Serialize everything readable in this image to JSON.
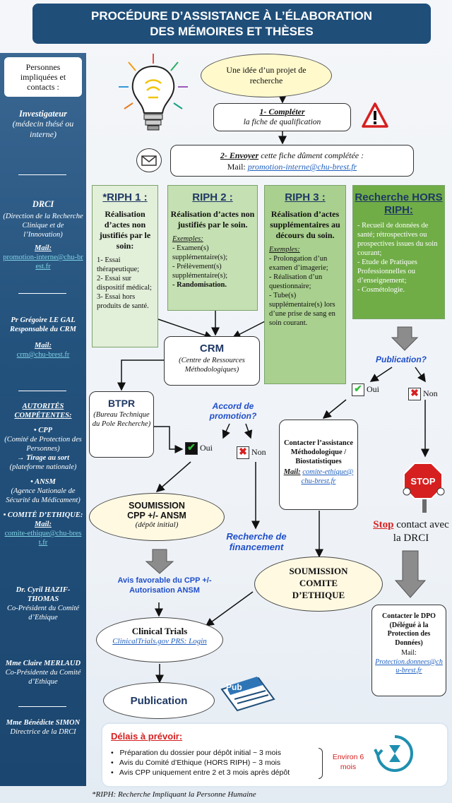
{
  "title": {
    "line1": "PROCÉDURE D’ASSISTANCE À L’ÉLABORATION",
    "line2": "DES MÉMOIRES ET THÈSES"
  },
  "sidebar": {
    "header": "Personnes impliquées et contacts :",
    "investigateur": {
      "title": "Investigateur",
      "sub": "(médecin thésé ou interne)"
    },
    "drci": {
      "title": "DRCI",
      "desc": "(Direction de la Recherche Clinique et de l’Innovation)",
      "mail_label": "Mail:",
      "mail": "promotion-interne@chu-brest.fr"
    },
    "gal": {
      "name": "Pr Grégoire LE GAL",
      "role": "Responsable du CRM",
      "mail_label": "Mail:",
      "mail": "crm@chu-brest.fr"
    },
    "autorites": {
      "title": "AUTORITÉS COMPÉTENTES:",
      "cpp": "CPP",
      "cpp_desc": "(Comité de Protection des Personnes)",
      "tirage": "→ Tirage au sort",
      "tirage_desc": "(plateforme nationale)",
      "ansm": "ANSM",
      "ansm_desc": "(Agence Nationale de Sécurité du Médicament)",
      "comite": "COMITÉ D’ETHIQUE:",
      "comite_mail_label": "Mail:",
      "comite_mail": "comite-ethique@chu-brest.fr"
    },
    "hazif": {
      "name": "Dr. Cyril HAZIF-THOMAS",
      "role": "Co-Président du Comité d’Ethique"
    },
    "merlaud": {
      "name": "Mme Claire MERLAUD",
      "role": "Co-Présidente du Comité d’Ethique"
    },
    "simon": {
      "name": "Mme Bénédicte SIMON",
      "role": "Directrice de la DRCI"
    }
  },
  "idea": "Une idée d’un projet de recherche",
  "step1": {
    "title": "1- Compléter",
    "sub": "la fiche de qualification"
  },
  "step2": {
    "title_bold": "2- Envoyer",
    "title_rest": " cette fiche dûment complétée :",
    "mail_label": "Mail: ",
    "mail": "promotion-interne@chu-brest.fr"
  },
  "riph1": {
    "title": "*RIPH 1 :",
    "subtitle": "Réalisation d’actes non justifiés par le soin:",
    "items": [
      "1- Essai thérapeutique;",
      "2- Essai sur dispositif médical;",
      "3- Essai hors produits de santé."
    ]
  },
  "riph2": {
    "title": "RIPH 2 :",
    "subtitle": "Réalisation d’actes non justifiés par le soin.",
    "examples_label": "Exemples:",
    "items": [
      "Examen(s) supplémentaire(s);",
      "Prélèvement(s) supplémentaire(s);",
      "Randomisation."
    ]
  },
  "riph3": {
    "title": "RIPH 3 :",
    "subtitle": "Réalisation d’actes supplémentaires au décours du soin.",
    "examples_label": "Exemples:",
    "items": [
      "Prolongation d’un examen d’imagerie;",
      "Réalisation d’un questionnaire;",
      "Tube(s) supplémentaire(s) lors d’une prise de sang en soin courant."
    ]
  },
  "hors_riph": {
    "title": "Recherche HORS RIPH:",
    "items": [
      "Recueil de données de santé; rétrospectives ou prospectives issues du soin courant;",
      "Etude de Pratiques Professionnelles ou d’enseignement;",
      "Cosmétologie."
    ]
  },
  "crm": {
    "title": "CRM",
    "sub": "(Centre de Ressources Méthodologiques)"
  },
  "btpr": {
    "title": "BTPR",
    "sub": "(Bureau Technique du Pole Recherche)"
  },
  "accord": {
    "question": "Accord de promotion?",
    "oui": "Oui",
    "non": "Non"
  },
  "publication_q": {
    "question": "Publication?",
    "oui": "Oui",
    "non": "Non"
  },
  "soumission_cpp": {
    "line1": "SOUMISSION",
    "line2": "CPP +/- ANSM",
    "line3": "(dépôt initial)"
  },
  "recherche_financement": "Recherche de financement",
  "contacter_assist": {
    "text": "Contacter l’assistance Méthodologique / Biostatistiques",
    "mail_label": "Mail:",
    "mail": "comite-ethique@chu-brest.fr"
  },
  "stop": {
    "stop_word": "Stop",
    "rest": " contact avec la DRCI",
    "sign": "STOP"
  },
  "avis": "Avis favorable du CPP +/- Autorisation ANSM",
  "soumission_comite": {
    "line1": "SOUMISSION",
    "line2": "COMITE",
    "line3": "D’ETHIQUE"
  },
  "clinical": {
    "title": "Clinical Trials",
    "link": "ClinicalTrials.gov PRS: Login"
  },
  "dpo": {
    "text": "Contacter le DPO (Délégué à la Protection des Données)",
    "mail_label": "Mail:",
    "mail": "Protection.donnees@chu-brest.fr"
  },
  "publication": "Publication",
  "pub_icon_label": "Pub",
  "delais": {
    "title": "Délais à prévoir:",
    "items": [
      "Préparation du dossier pour dépôt initial ~ 3 mois",
      "Avis du Comité d’Ethique (HORS RIPH) ~ 3 mois",
      "Avis CPP uniquement entre 2 et 3 mois après dépôt"
    ],
    "environ": "Environ 6 mois"
  },
  "footnote": "*RIPH: Recherche Impliquant la Personne Humaine",
  "colors": {
    "navy": "#1f4e79",
    "green_light": "#e2efd9",
    "green_mid": "#a9d08e",
    "green_dark": "#70ad47",
    "red": "#c00000",
    "blue_text": "#1f4ec9"
  }
}
